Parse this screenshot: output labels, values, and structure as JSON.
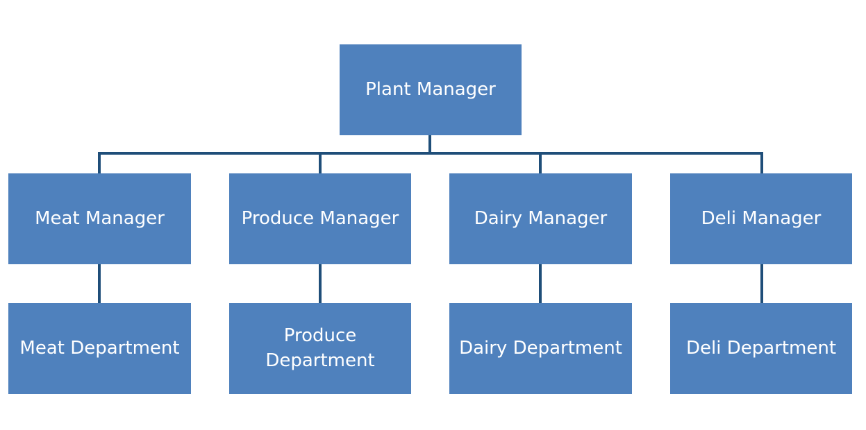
{
  "org_chart": {
    "root": {
      "label": "Plant Manager"
    },
    "managers": [
      {
        "label": "Meat Manager",
        "department": "Meat Department"
      },
      {
        "label": "Produce Manager",
        "department": "Produce\nDepartment"
      },
      {
        "label": "Dairy Manager",
        "department": "Dairy Department"
      },
      {
        "label": "Deli Manager",
        "department": "Deli Department"
      }
    ]
  },
  "colors": {
    "box_fill": "#4f81bd",
    "box_text": "#ffffff",
    "connector": "#1f4e79"
  }
}
